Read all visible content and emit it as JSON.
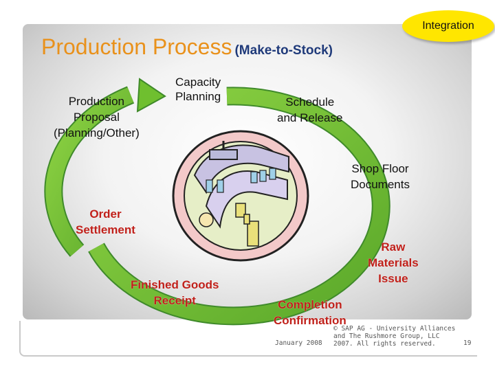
{
  "title": {
    "main": "Production Process",
    "sub": "(Make-to-Stock)"
  },
  "badge": {
    "label": "Integration"
  },
  "steps": [
    {
      "label": "Production Proposal (Planning/Other)",
      "lines": [
        "Production",
        "Proposal",
        "(Planning/Other)"
      ]
    },
    {
      "label": "Capacity Planning",
      "lines": [
        "Capacity",
        "Planning"
      ]
    },
    {
      "label": "Schedule and Release",
      "lines": [
        "Schedule",
        "and Release"
      ]
    },
    {
      "label": "Shop Floor Documents",
      "lines": [
        "Shop Floor",
        "Documents"
      ]
    },
    {
      "label": "Raw Materials Issue",
      "lines": [
        "Raw",
        "Materials",
        "Issue"
      ]
    },
    {
      "label": "Completion Confirmation",
      "lines": [
        "Completion",
        "Confirmation"
      ]
    },
    {
      "label": "Finished Goods Receipt",
      "lines": [
        "Finished Goods",
        "Receipt"
      ]
    },
    {
      "label": "Order Settlement",
      "lines": [
        "Order",
        "Settlement"
      ]
    }
  ],
  "footer": {
    "date": "January 2008",
    "copyright_lines": [
      "© SAP AG - University Alliances",
      "and The Rushmore Group, LLC",
      "2007. All rights reserved."
    ],
    "page_number": "19"
  },
  "colors": {
    "title": "#e9911b",
    "subtitle": "#1f3a7a",
    "badge": "#ffe600",
    "arrow": "#6fbf2f",
    "arrow_stroke": "#3f8a2a",
    "accent_red": "#c0201a"
  },
  "icons": {
    "center_image": "factory-bottling-line-illustration",
    "cycle_arrow": "circular-green-arrow"
  }
}
